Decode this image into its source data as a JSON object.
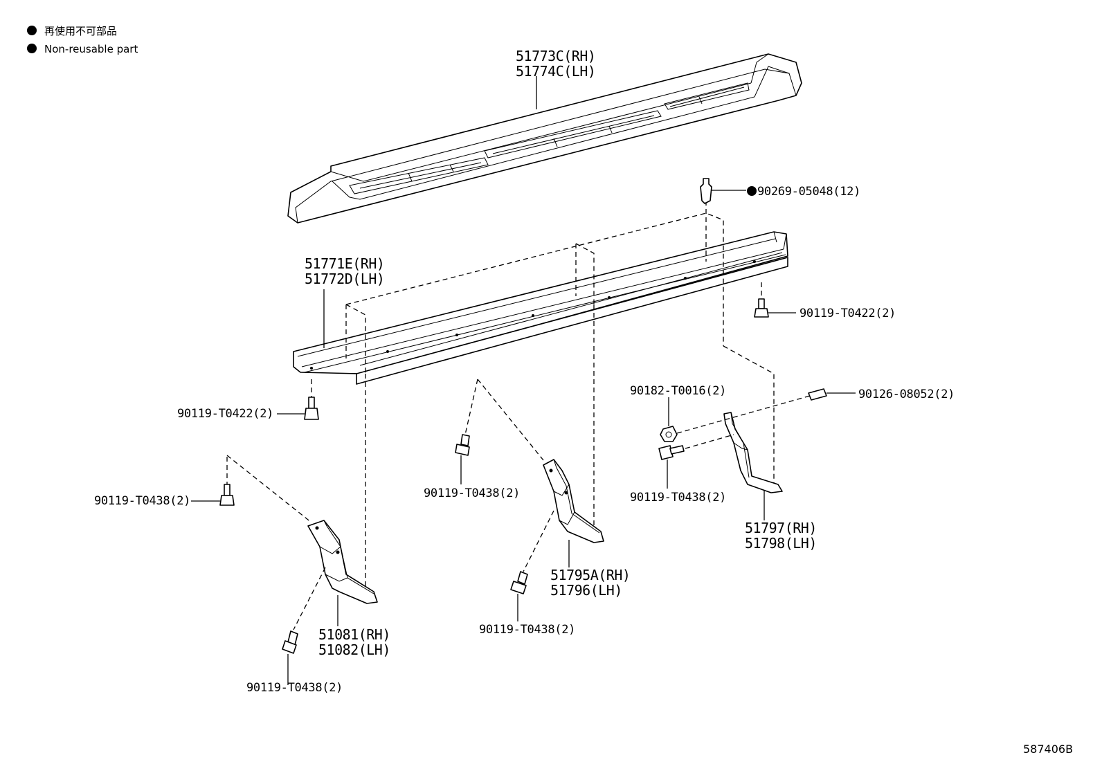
{
  "legend": {
    "line_jp": "再使用不可部品",
    "line_en": "Non-reusable part"
  },
  "labels": {
    "step_board": [
      "51773C(RH)",
      "51774C(LH)"
    ],
    "rail": [
      "51771E(RH)",
      "51772D(LH)"
    ],
    "clip": "90269-05048(12)",
    "bolt_right_top": "90119-T0422(2)",
    "bolt_left_rail": "90119-T0422(2)",
    "nut_90182": "90182-T0016(2)",
    "bolt_90126": "90126-08052(2)",
    "bolt_left_upper": "90119-T0438(2)",
    "bolt_center_upper": "90119-T0438(2)",
    "bolt_right_lower": "90119-T0438(2)",
    "bolt_center_lower": "90119-T0438(2)",
    "bolt_left_lower": "90119-T0438(2)",
    "bracket_right": [
      "51797(RH)",
      "51798(LH)"
    ],
    "bracket_center": [
      "51795A(RH)",
      "51796(LH)"
    ],
    "bracket_left": [
      "51081(RH)",
      "51082(LH)"
    ]
  },
  "drawing_code": "587406B",
  "colors": {
    "line": "#000000",
    "background": "#ffffff"
  },
  "icons": [
    "non-reusable-bullet-icon"
  ]
}
